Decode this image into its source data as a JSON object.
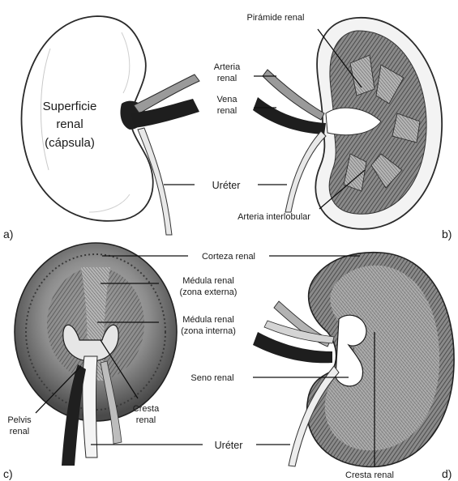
{
  "figure": {
    "labels": {
      "superficie_1": "Superficie",
      "superficie_2": "renal",
      "superficie_3": "(cápsula)",
      "piramide": "Pirámide renal",
      "arteria_1": "Arteria",
      "arteria_2": "renal",
      "vena_1": "Vena",
      "vena_2": "renal",
      "ureter_top": "Uréter",
      "arteria_interlobular": "Arteria interlobular",
      "corteza": "Corteza renal",
      "medula_ext_1": "Médula renal",
      "medula_ext_2": "(zona externa)",
      "medula_int_1": "Médula renal",
      "medula_int_2": "(zona interna)",
      "seno": "Seno renal",
      "pelvis_1": "Pelvis",
      "pelvis_2": "renal",
      "cresta_c_1": "Cresta",
      "cresta_c_2": "renal",
      "ureter_bottom": "Uréter",
      "cresta_d": "Cresta renal"
    },
    "panels": {
      "a": "a)",
      "b": "b)",
      "c": "c)",
      "d": "d)"
    },
    "colors": {
      "ink": "#1a1a1a",
      "vessel": "#262626",
      "tissue": "#6b6b6b",
      "tissue_light": "#a9a9a9"
    }
  }
}
